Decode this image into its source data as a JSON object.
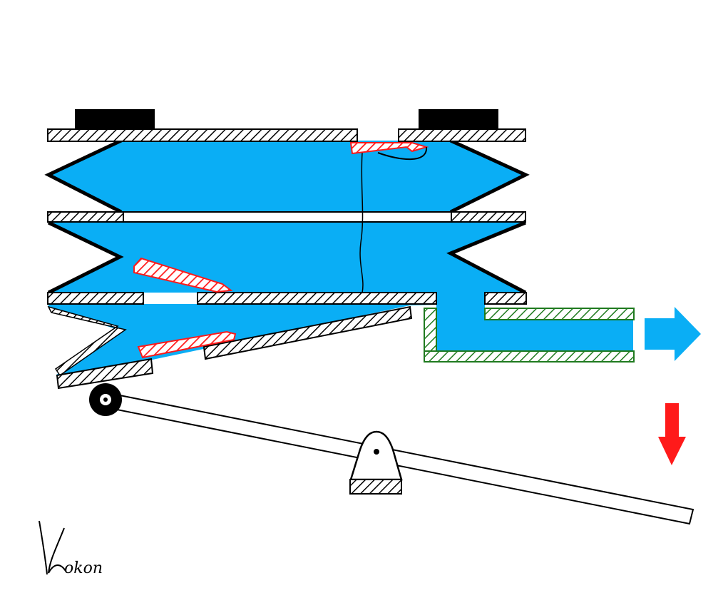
{
  "diagram": {
    "type": "bellows-mechanism-schematic",
    "colors": {
      "air": "#0aaef5",
      "valve": "#ff1a1a",
      "outlet_pipe": "#1f7a1f",
      "outline": "#000000",
      "background": "#ffffff"
    },
    "arrows": [
      {
        "kind": "air-flow",
        "direction": "right",
        "color": "#0aaef5"
      },
      {
        "kind": "force",
        "direction": "down",
        "color": "#ff1a1a"
      }
    ],
    "signature": {
      "text": "Kokon"
    }
  }
}
